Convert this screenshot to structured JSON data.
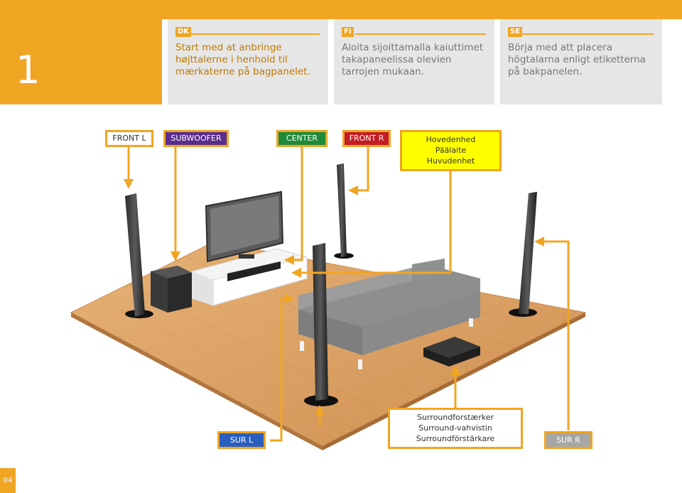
{
  "step": {
    "number": "1"
  },
  "languages": [
    {
      "code": "DK",
      "text": "Start med at anbringe højttalerne i henhold til mærkaterne på bagpanelet."
    },
    {
      "code": "FI",
      "text": "Aloita sijoittamalla kaiuttimet takapaneelissa olevien tarrojen mukaan."
    },
    {
      "code": "SE",
      "text": "Börja med att placera högtalarna enligt etiketterna på bakpanelen."
    }
  ],
  "labels": {
    "front_l": "FRONT L",
    "subwoofer": "SUBWOOFER",
    "center": "CENTER",
    "front_r": "FRONT R",
    "main_unit": [
      "Hovedenhed",
      "Päälaite",
      "Huvudenhet"
    ],
    "sur_l": "SUR L",
    "surround_amp": [
      "Surroundforstærker",
      "Surround-vahvistin",
      "Surroundförstärkare"
    ],
    "sur_r": "SUR R"
  },
  "colors": {
    "accent": "#f0a523",
    "front_l": "#ffffff",
    "subwoofer": "#5b2d8e",
    "center": "#1f8a3a",
    "front_r": "#c41e24",
    "main_unit": "#ffff00",
    "sur_l": "#2a5fc0",
    "sur_r": "#a6a6a6"
  },
  "page": {
    "number": "04"
  }
}
